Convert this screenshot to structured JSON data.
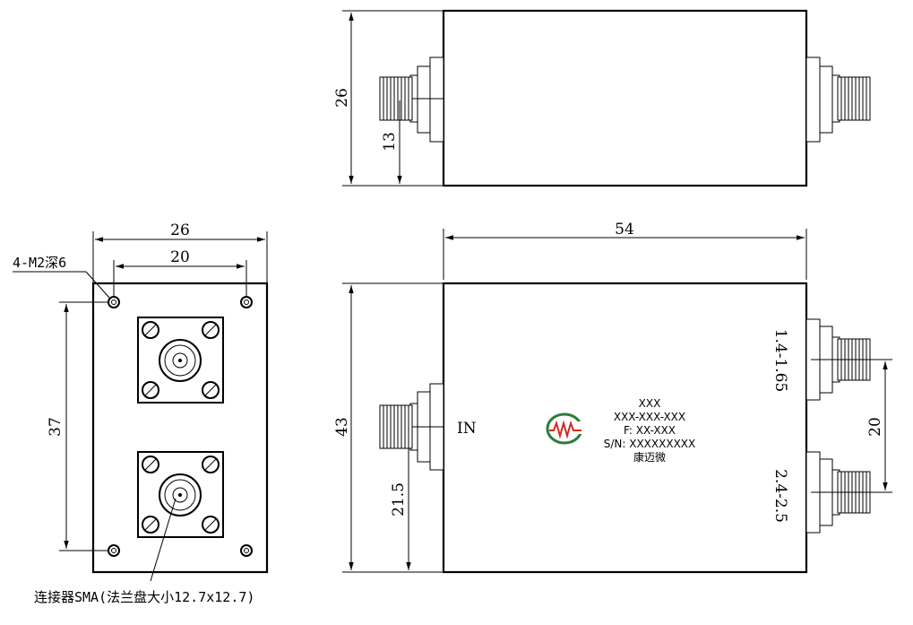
{
  "top_view": {
    "dim_height": "26",
    "dim_connector_offset": "13"
  },
  "front_view": {
    "dim_width": "26",
    "dim_hole_spacing": "20",
    "dim_hole_vertical": "37",
    "hole_note": "4-M2深6",
    "connector_note": "连接器SMA(法兰盘大小12.7x12.7)"
  },
  "side_view": {
    "dim_length": "54",
    "dim_height": "43",
    "dim_in_offset": "21.5",
    "dim_out_spacing": "20",
    "port_in_label": "IN",
    "port_out1_label": "1.4-1.65",
    "port_out2_label": "2.4-2.5",
    "label_line1": "XXX",
    "label_line2": "XXX-XXX-XXX",
    "label_line3": "F: XX-XXX",
    "label_line4": "S/N: XXXXXXXXX",
    "label_line5": "康迈微"
  },
  "colors": {
    "logo_red": "#d32a1f",
    "logo_green": "#2e7d3b",
    "line": "#000000"
  }
}
